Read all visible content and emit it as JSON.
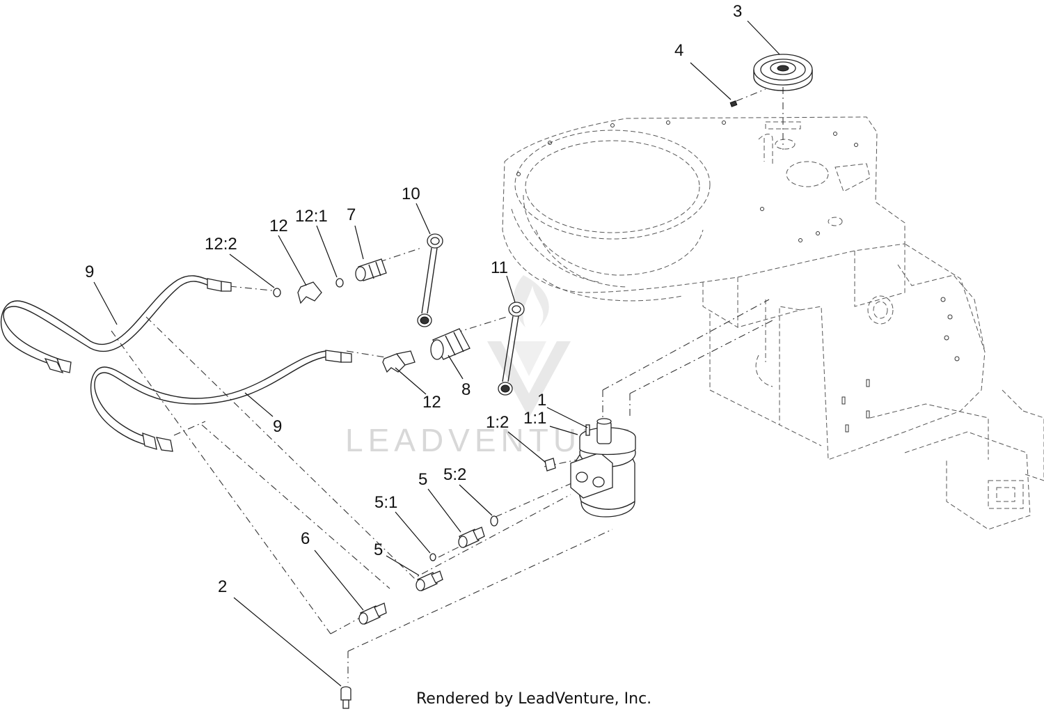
{
  "callouts": [
    {
      "id": "c3",
      "label": "3"
    },
    {
      "id": "c4",
      "label": "4"
    },
    {
      "id": "c10",
      "label": "10"
    },
    {
      "id": "c7",
      "label": "7"
    },
    {
      "id": "c12_1",
      "label": "12:1"
    },
    {
      "id": "c12_top",
      "label": "12"
    },
    {
      "id": "c12_2",
      "label": "12:2"
    },
    {
      "id": "c9_top",
      "label": "9"
    },
    {
      "id": "c11",
      "label": "11"
    },
    {
      "id": "c8",
      "label": "8"
    },
    {
      "id": "c12_bot",
      "label": "12"
    },
    {
      "id": "c9_bot",
      "label": "9"
    },
    {
      "id": "c1",
      "label": "1"
    },
    {
      "id": "c1_1",
      "label": "1:1"
    },
    {
      "id": "c1_2",
      "label": "1:2"
    },
    {
      "id": "c5_top",
      "label": "5"
    },
    {
      "id": "c5_2",
      "label": "5:2"
    },
    {
      "id": "c5_1",
      "label": "5:1"
    },
    {
      "id": "c5_bot",
      "label": "5"
    },
    {
      "id": "c6",
      "label": "6"
    },
    {
      "id": "c2",
      "label": "2"
    }
  ],
  "watermark": "LEADVENTURE",
  "footer": "Rendered by LeadVenture, Inc.",
  "colors": {
    "line": "#222222",
    "watermark": "#d8d8d8",
    "background": "#ffffff"
  }
}
